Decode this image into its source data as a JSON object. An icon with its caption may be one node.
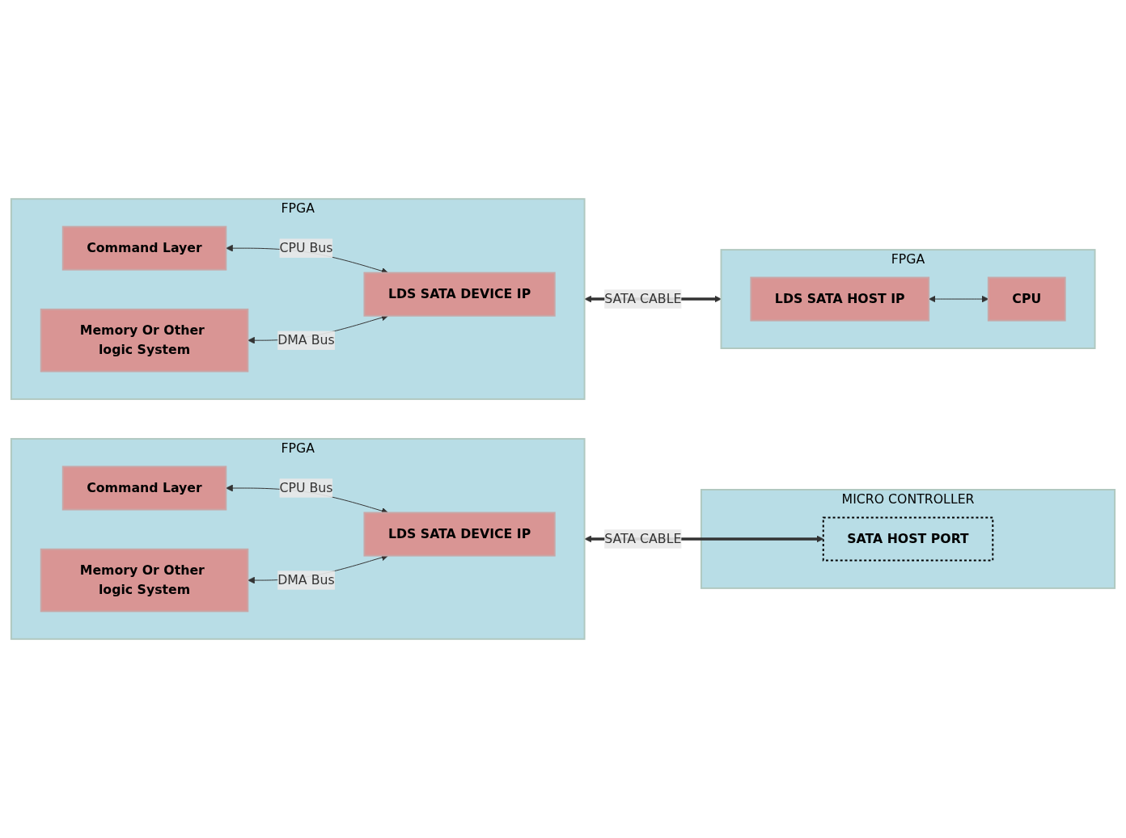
{
  "diagram": {
    "nodes": [
      {
        "text": [
          "FPGA"
        ]
      },
      {
        "text": [
          "Command Layer"
        ],
        "in": 0
      },
      {
        "text": [
          "Memory Or Other logic System"
        ],
        "in": 0
      },
      {
        "text": [
          "LDS SATA DEVICE IP"
        ],
        "in": 0
      },
      {
        "text": [
          "MICRO CONTROLLER"
        ]
      },
      {
        "text": [
          "SATA HOST PORT"
        ],
        "in": 4
      },
      {
        "text": [
          "FPGA"
        ]
      },
      {
        "text": [
          "Command Layer"
        ],
        "in": 6
      },
      {
        "text": [
          "Memory Or Other logic System"
        ],
        "in": 6
      },
      {
        "text": [
          "LDS SATA DEVICE IP"
        ],
        "in": 6
      },
      {
        "text": [
          "FPGA"
        ]
      },
      {
        "text": [
          "LDS SATA HOST IP"
        ],
        "in": 10
      },
      {
        "text": [
          "CPU"
        ],
        "in": 10
      }
    ],
    "edges": [
      {
        "from": 1,
        "to": 3,
        "arrow": "both",
        "label": "CPU Bus"
      },
      {
        "from": 2,
        "to": 3,
        "arrow": "both",
        "label": "DMA Bus"
      },
      {
        "from": 0,
        "to": 5,
        "arrow": "both",
        "label": "SATA CABLE",
        "style": "thick"
      },
      {
        "from": 7,
        "to": 9,
        "arrow": "both",
        "label": "CPU Bus"
      },
      {
        "from": 8,
        "to": 9,
        "arrow": "both",
        "label": "DMA Bus"
      },
      {
        "from": 6,
        "to": 10,
        "arrow": "both",
        "label": "SATA CABLE",
        "style": "thick"
      },
      {
        "from": 11,
        "to": 12,
        "arrow": "both"
      }
    ]
  }
}
